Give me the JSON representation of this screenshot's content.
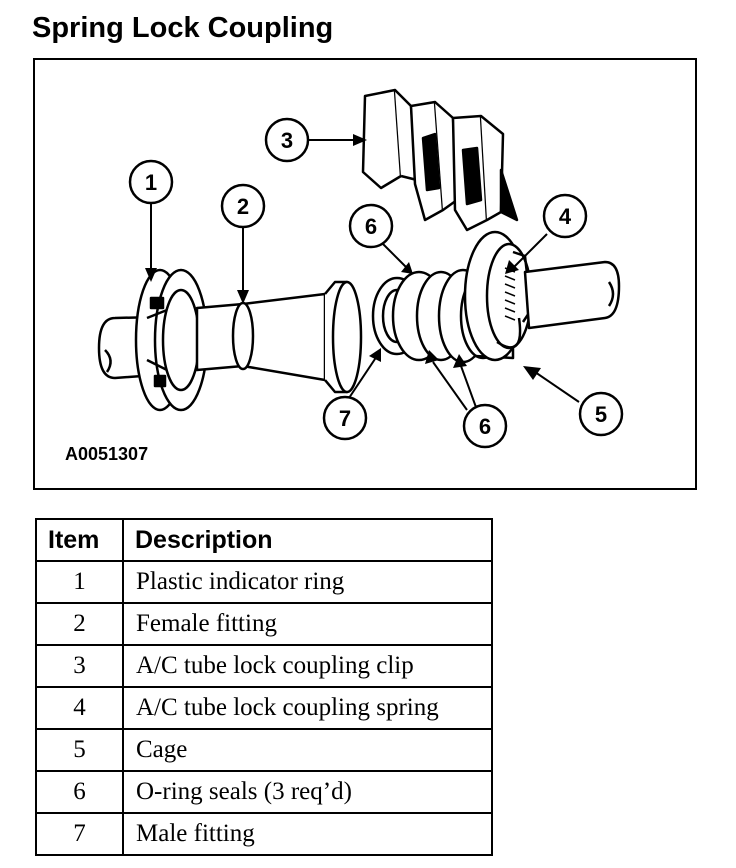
{
  "title": "Spring Lock Coupling",
  "figure_id": "A0051307",
  "callouts": {
    "c1": "1",
    "c2": "2",
    "c3": "3",
    "c4": "4",
    "c5": "5",
    "c6a": "6",
    "c6b": "6",
    "c7": "7"
  },
  "table": {
    "headers": [
      "Item",
      "Description"
    ],
    "rows": [
      {
        "item": "1",
        "description": "Plastic indicator ring"
      },
      {
        "item": "2",
        "description": "Female fitting"
      },
      {
        "item": "3",
        "description": "A/C tube lock coupling clip"
      },
      {
        "item": "4",
        "description": "A/C tube lock coupling spring"
      },
      {
        "item": "5",
        "description": "Cage"
      },
      {
        "item": "6",
        "description": "O-ring seals (3 req’d)"
      },
      {
        "item": "7",
        "description": "Male fitting"
      }
    ]
  }
}
